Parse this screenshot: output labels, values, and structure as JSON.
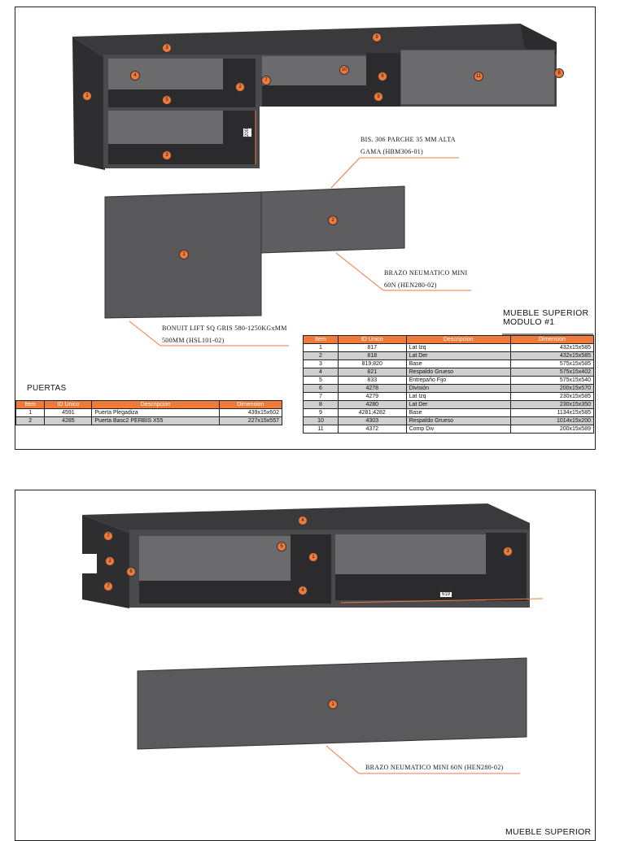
{
  "colors": {
    "panel_dark": "#3a3a3c",
    "panel_mid": "#58585a",
    "panel_face": "#6b6b6d",
    "callout": "#f07a3a",
    "leader": "#f07a3a"
  },
  "sheet1": {
    "title_line1": "MUEBLE SUPERIOR",
    "title_line2": "MODULO #1",
    "dimension_200": "200",
    "notes": {
      "bisagra_line1": "BIS. 306 PARCHE 35 MM ALTA",
      "bisagra_line2": "GAMA (HBM306-01)",
      "brazo_line1": "BRAZO NEUMATICO MINI",
      "brazo_line2": "60N (HEN280-02)",
      "bonuit_line1": "BONUIT LIFT SQ GRIS 580-1250KGxMM",
      "bonuit_line2": "500MM (HSL101-02)"
    },
    "cabinet_callouts": [
      "1",
      "2",
      "3",
      "4",
      "5",
      "6",
      "7",
      "8",
      "9",
      "10",
      "11"
    ],
    "door_callouts": [
      "1",
      "2"
    ],
    "puertas_title": "PUERTAS",
    "table_headers": [
      "Item",
      "ID Unico",
      "Descripcion",
      "Dimension"
    ],
    "puertas_rows": [
      [
        "1",
        "4591",
        "Puerta Plegadiza",
        "439x15x602"
      ],
      [
        "2",
        "4285",
        "Puerta Basc2 PERBIS X55",
        "227x15x557"
      ]
    ],
    "modulo_rows": [
      [
        "1",
        "817",
        "Lat Izq",
        "432x15x585"
      ],
      [
        "2",
        "818",
        "Lat Der",
        "432x15x585"
      ],
      [
        "3",
        "819;820",
        "Base",
        "575x15x585"
      ],
      [
        "4",
        "821",
        "Respaldo Grueso",
        "575x15x402"
      ],
      [
        "5",
        "833",
        "Entrepaño Fijo",
        "575x15x540"
      ],
      [
        "6",
        "4278",
        "División",
        "200x15x570"
      ],
      [
        "7",
        "4279",
        "Lat Izq",
        "230x15x585"
      ],
      [
        "8",
        "4280",
        "Lat Der",
        "230x15x350"
      ],
      [
        "9",
        "4281;4282",
        "Base",
        "1134x15x585"
      ],
      [
        "10",
        "4303",
        "Respaldo Grueso",
        "1014x15x200"
      ],
      [
        "11",
        "4372",
        "Comp Div",
        "200x15x589"
      ]
    ]
  },
  "sheet2": {
    "title_line1": "MUEBLE SUPERIOR",
    "dimension_619": "619",
    "brazo_note": "BRAZO NEUMATICO MINI 60N (HEN280-02)",
    "cabinet_callouts": [
      "1",
      "2",
      "3",
      "4",
      "5",
      "6",
      "7"
    ],
    "door_callouts": [
      "1"
    ]
  }
}
